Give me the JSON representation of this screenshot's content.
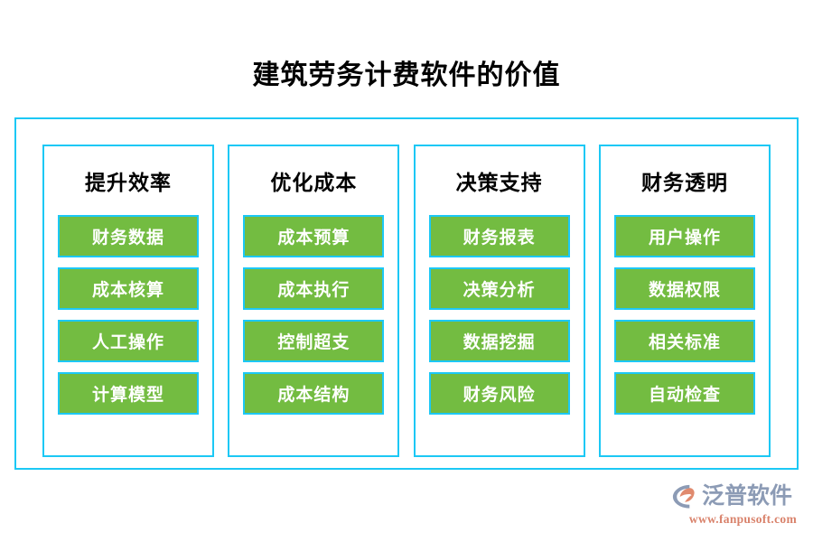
{
  "page": {
    "title": "建筑劳务计费软件的价值",
    "background_color": "#FFFFFF",
    "frame_border_color": "#1CC8F5",
    "item_fill_color": "#73BC41",
    "item_text_color": "#FFFFFF",
    "title_color": "#000000"
  },
  "columns": [
    {
      "title": "提升效率",
      "items": [
        "财务数据",
        "成本核算",
        "人工操作",
        "计算模型"
      ]
    },
    {
      "title": "优化成本",
      "items": [
        "成本预算",
        "成本执行",
        "控制超支",
        "成本结构"
      ]
    },
    {
      "title": "决策支持",
      "items": [
        "财务报表",
        "决策分析",
        "数据挖掘",
        "财务风险"
      ]
    },
    {
      "title": "财务透明",
      "items": [
        "用户操作",
        "数据权限",
        "相关标准",
        "自动检查"
      ]
    }
  ],
  "logo": {
    "mark_icon": "fanpu-swoosh-logo-icon",
    "name": "泛普软件",
    "url": "www.fanpusoft.com",
    "name_color": "#8C9BB5",
    "url_color": "#D9826B",
    "mark_outer_color": "#8C9BB5",
    "mark_inner_color": "#E08A6E"
  }
}
